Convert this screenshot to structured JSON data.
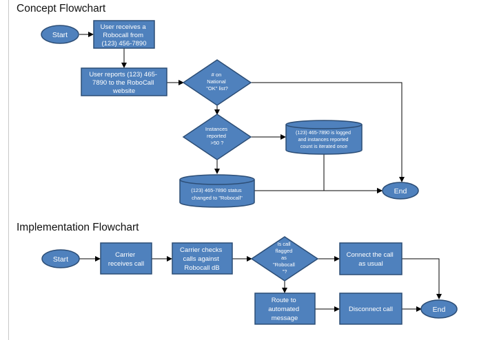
{
  "concept": {
    "title": "Concept Flowchart",
    "start": "Start",
    "receive": [
      "User receives a",
      "Robocall from",
      "(123) 456-7890"
    ],
    "report": [
      "User reports (123) 465-",
      "7890  to the RoboCall",
      "website"
    ],
    "ok_list": [
      "# on",
      "National",
      "\"OK\" list?"
    ],
    "instances": [
      "Instances",
      "reported",
      ">50 ?"
    ],
    "logged": [
      "(123) 465-7890 is logged",
      "and instances reported",
      "count is iterated once"
    ],
    "status": [
      "(123) 465-7890 status",
      "changed to \"Robocall\""
    ],
    "end": "End"
  },
  "implementation": {
    "title": "Implementation Flowchart",
    "start": "Start",
    "carrier_receives": [
      "Carrier",
      "receives call"
    ],
    "carrier_checks": [
      "Carrier checks",
      "calls against",
      "Robocall dB"
    ],
    "flagged": [
      "Is call",
      "flagged",
      "as",
      "\"Robocall",
      "\"?"
    ],
    "connect": [
      "Connect the call",
      "as usual"
    ],
    "route": [
      "Route to",
      "automated",
      "message"
    ],
    "disconnect": "Disconnect call",
    "end": "End"
  },
  "colors": {
    "fill": "#4f81bd",
    "stroke": "#2c4d75",
    "line": "#000000"
  }
}
